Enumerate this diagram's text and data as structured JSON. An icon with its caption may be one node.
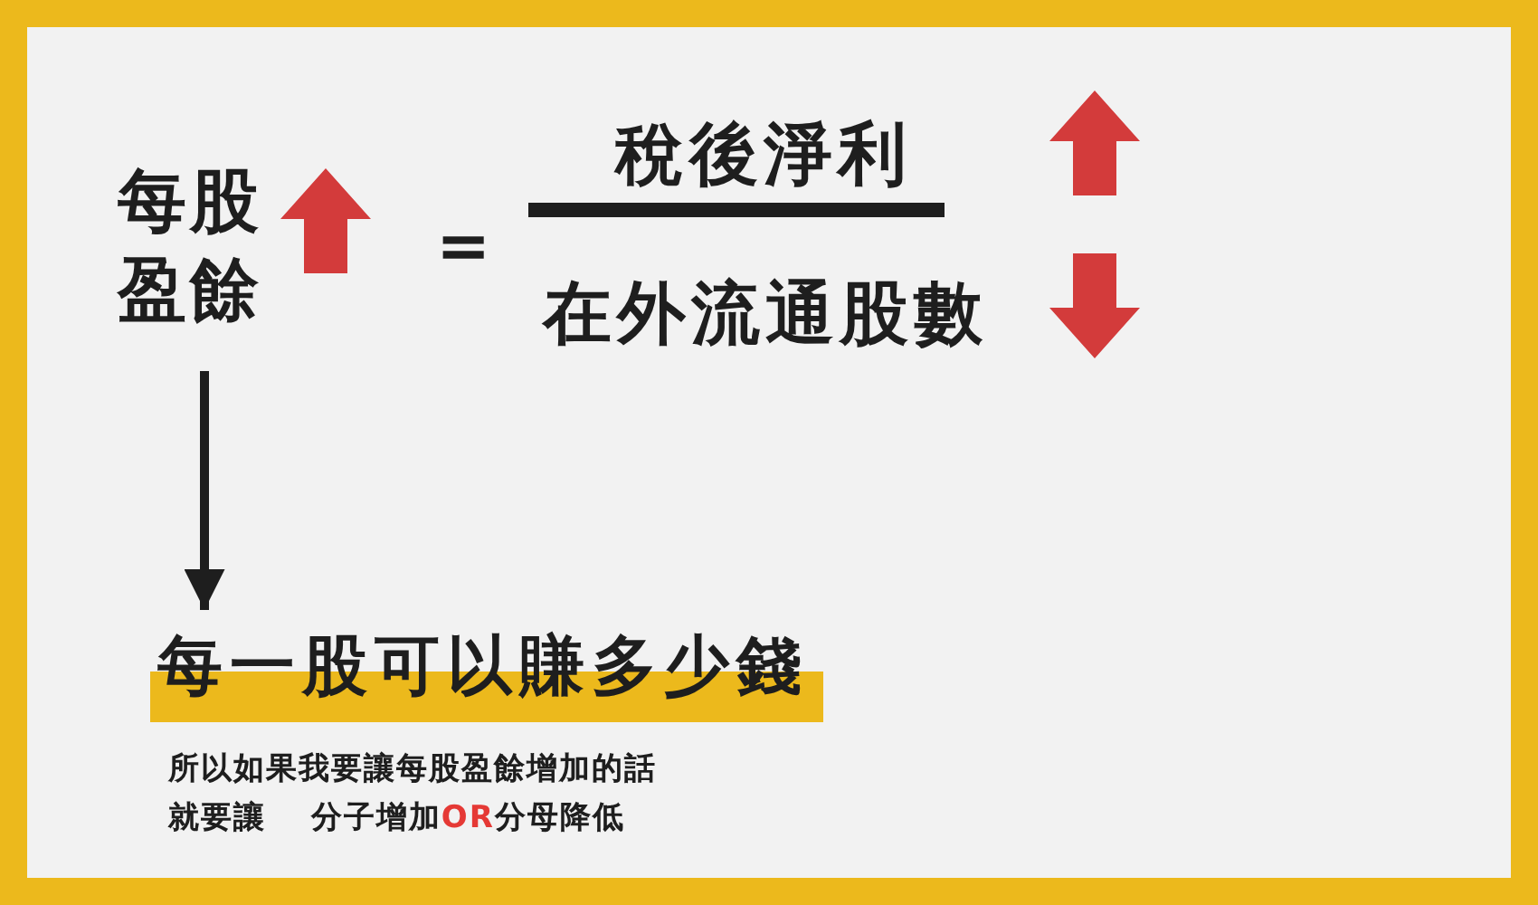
{
  "diagram": {
    "nodes": [
      {
        "text": [
          "每股盈餘"
        ]
      },
      {
        "text": [
          "每一股可以賺多少錢"
        ]
      }
    ],
    "edges": [
      {
        "from": 0,
        "to": 1,
        "arrow": "to"
      }
    ],
    "labels": [
      "=",
      "稅後淨利",
      "在外流通股數",
      "所以如果我要讓每股盈餘增加的話",
      "就要讓　 分子增加**OR**分母降低"
    ]
  }
}
